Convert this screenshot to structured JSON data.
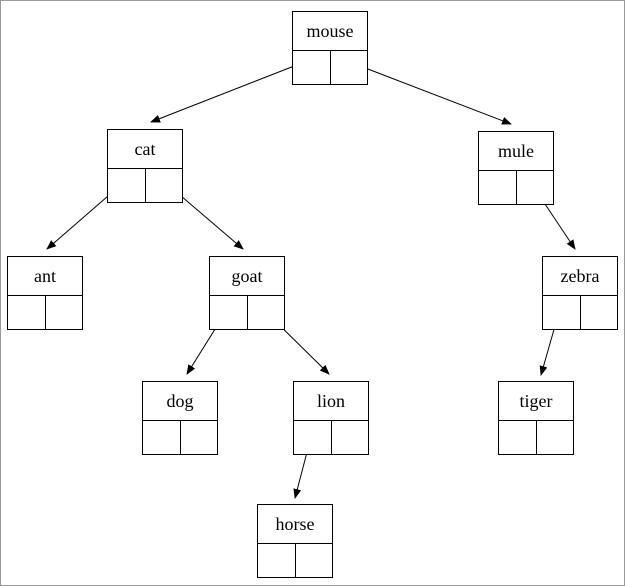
{
  "nodes": [
    {
      "id": "mouse",
      "label": "mouse"
    },
    {
      "id": "cat",
      "label": "cat"
    },
    {
      "id": "mule",
      "label": "mule"
    },
    {
      "id": "ant",
      "label": "ant"
    },
    {
      "id": "goat",
      "label": "goat"
    },
    {
      "id": "zebra",
      "label": "zebra"
    },
    {
      "id": "dog",
      "label": "dog"
    },
    {
      "id": "lion",
      "label": "lion"
    },
    {
      "id": "tiger",
      "label": "tiger"
    },
    {
      "id": "horse",
      "label": "horse"
    }
  ],
  "edges": [
    {
      "from": "mouse",
      "pointer": "left",
      "to": "cat"
    },
    {
      "from": "mouse",
      "pointer": "right",
      "to": "mule"
    },
    {
      "from": "cat",
      "pointer": "left",
      "to": "ant"
    },
    {
      "from": "cat",
      "pointer": "right",
      "to": "goat"
    },
    {
      "from": "goat",
      "pointer": "left",
      "to": "dog"
    },
    {
      "from": "goat",
      "pointer": "right",
      "to": "lion"
    },
    {
      "from": "lion",
      "pointer": "left",
      "to": "horse"
    },
    {
      "from": "mule",
      "pointer": "right",
      "to": "zebra"
    },
    {
      "from": "zebra",
      "pointer": "left",
      "to": "tiger"
    }
  ]
}
